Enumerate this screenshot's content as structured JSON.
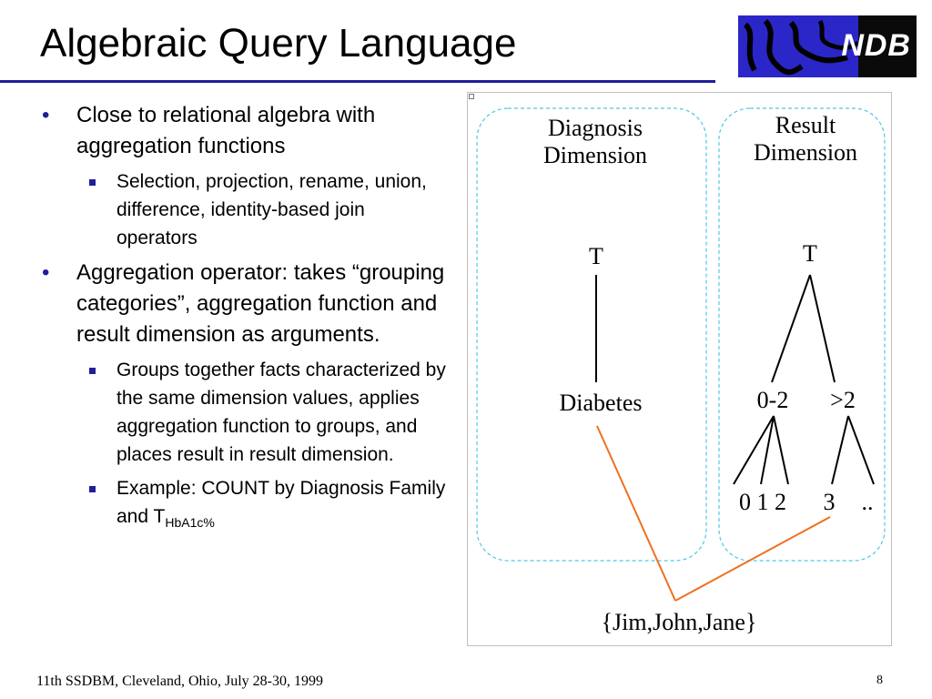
{
  "slide": {
    "title": "Algebraic Query Language",
    "logo_text": "NDB",
    "colors": {
      "title_rule": "#1f1f9a",
      "bullet": "#1f1f9a",
      "logo_blue": "#2b26c8",
      "dashed_box": "#4fc8e8",
      "link_line": "#f07020"
    },
    "bullets": [
      {
        "text": "Close to relational algebra with aggregation functions",
        "sub": [
          "Selection, projection, rename, union, difference, identity-based join operators"
        ]
      },
      {
        "text": "Aggregation operator: takes “grouping categories”, aggregation function and result dimension as arguments.",
        "sub": [
          "Groups together facts characterized by the same dimension values, applies aggregation function to groups, and places result in result dimension.",
          "Example: COUNT by Diagnosis Family and T"
        ],
        "example_subscript": "HbA1c%"
      }
    ],
    "footer": "11th SSDBM, Cleveland, Ohio, July 28-30, 1999",
    "page_number": "8"
  },
  "diagram": {
    "diagnosis_title_line1": "Diagnosis",
    "diagnosis_title_line2": "Dimension",
    "result_title_line1": "Result",
    "result_title_line2": "Dimension",
    "diag_top": "T",
    "diag_node": "Diabetes",
    "res_top": "T",
    "res_mid_left": "0-2",
    "res_mid_right": ">2",
    "res_leaves": "0 1 2",
    "res_leaf_3": "3",
    "res_leaf_more": "..",
    "facts": "{Jim,John,Jane}"
  }
}
